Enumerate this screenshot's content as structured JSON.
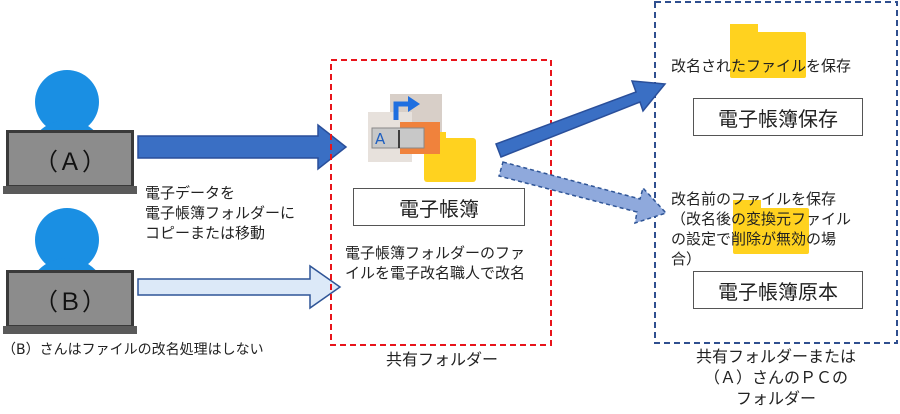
{
  "users": {
    "a_label": "（Ａ）",
    "b_label": "（Ｂ）",
    "b_note": "（B）さんはファイルの改名処理はしない"
  },
  "copy_note": [
    "電子データを",
    "電子帳簿フォルダーに",
    "コピーまたは移動"
  ],
  "shared_folder": {
    "box_label": "電子帳簿",
    "description": [
      "電子帳簿フォルダーのファ",
      "イルを電子改名職人で改名"
    ],
    "caption": "共有フォルダー"
  },
  "destination": {
    "saved_note": "改名されたファイルを保存",
    "saved_box": "電子帳簿保存",
    "original_note": [
      "改名前のファイルを保存",
      "（改名後の変換元ファイル",
      "の設定で削除が無効の場",
      "合）"
    ],
    "original_box": "電子帳簿原本",
    "caption": [
      "共有フォルダーまたは",
      "（Ａ）さんのＰＣの",
      "フォルダー"
    ]
  },
  "colors": {
    "user_blue": "#1a8fe3",
    "arrow_blue": "#3a6fc4",
    "arrow_light": "#dce9f8",
    "red_dash": "#e8141b",
    "navy_dash": "#2f4f8f",
    "folder_yellow": "#ffd21f"
  },
  "icons": [
    "user-icon",
    "laptop-icon",
    "folder-icon",
    "rename-app-icon"
  ]
}
